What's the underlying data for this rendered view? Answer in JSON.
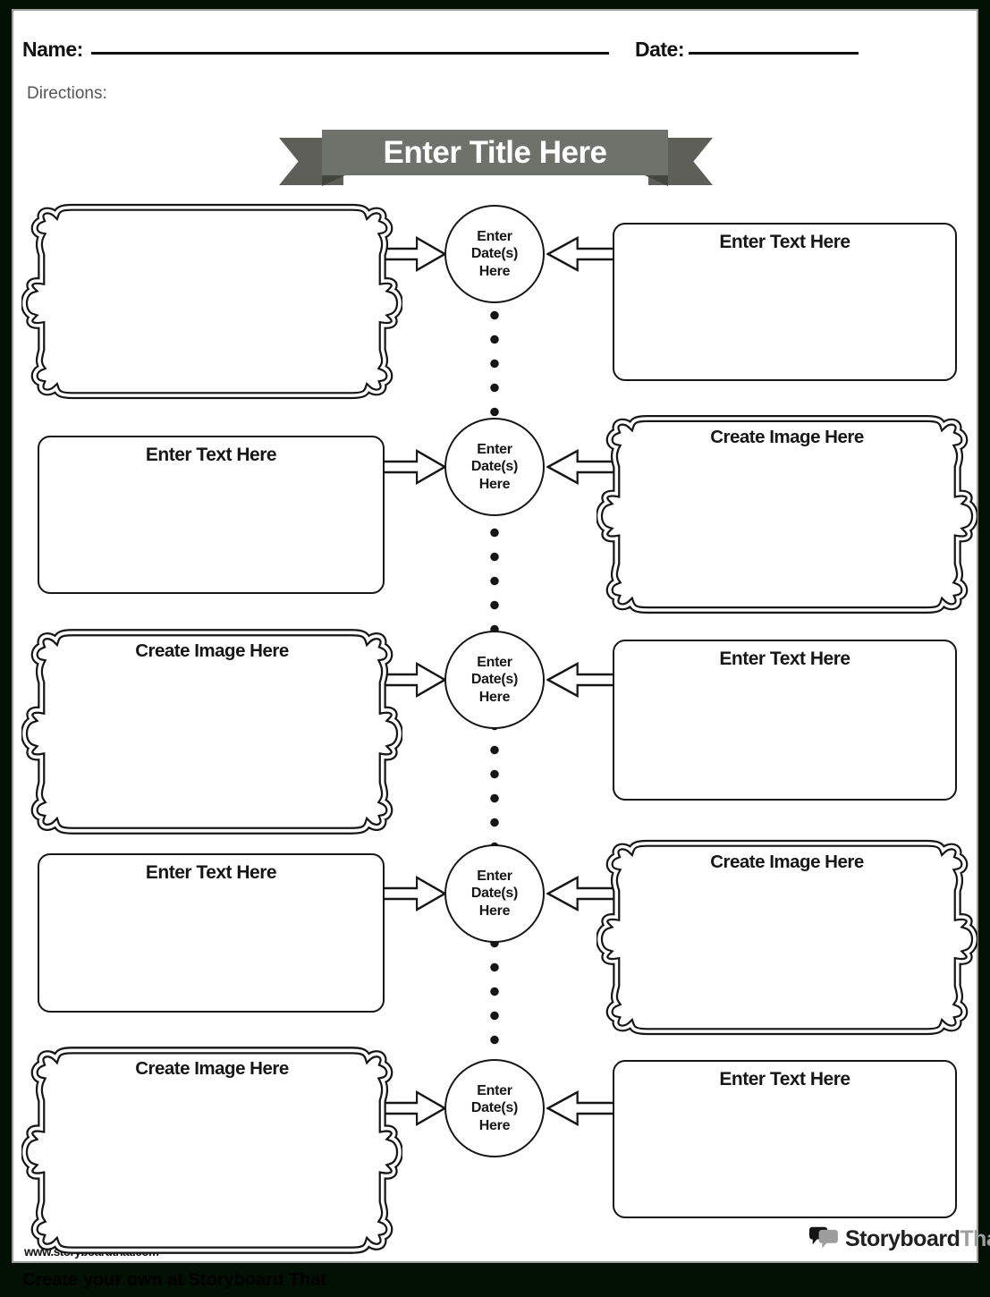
{
  "colors": {
    "surround": "#031004",
    "page_edge": "#9e9e9e",
    "ink": "#161616",
    "ribbon_band": "#6f716b",
    "ribbon_flag": "#5d5f58",
    "ribbon_fold": "#43453f",
    "muted_text": "#555555",
    "logo_gray": "#9d9d9d"
  },
  "header": {
    "name_label": "Name:",
    "date_label": "Date:",
    "directions_label": "Directions:"
  },
  "banner": {
    "title": "Enter Title Here"
  },
  "timeline": {
    "date_circle": {
      "lines": [
        "Enter",
        "Date(s)",
        "Here"
      ]
    },
    "rows": [
      {
        "left": {
          "type": "image-frame",
          "label": ""
        },
        "right": {
          "type": "text-box",
          "label": "Enter Text Here"
        }
      },
      {
        "left": {
          "type": "text-box",
          "label": "Enter Text Here"
        },
        "right": {
          "type": "image-frame",
          "label": "Create Image Here"
        }
      },
      {
        "left": {
          "type": "image-frame",
          "label": "Create Image Here"
        },
        "right": {
          "type": "text-box",
          "label": "Enter Text Here"
        }
      },
      {
        "left": {
          "type": "text-box",
          "label": "Enter Text Here"
        },
        "right": {
          "type": "image-frame",
          "label": "Create Image Here"
        }
      },
      {
        "left": {
          "type": "image-frame",
          "label": "Create Image Here"
        },
        "right": {
          "type": "text-box",
          "label": "Enter Text Here"
        }
      }
    ]
  },
  "footer": {
    "website": "www.storyboardthat.com",
    "logo": {
      "primary": "Storyboard",
      "secondary": "That"
    },
    "bottom_bar_text": "Create your own at Storyboard That"
  }
}
